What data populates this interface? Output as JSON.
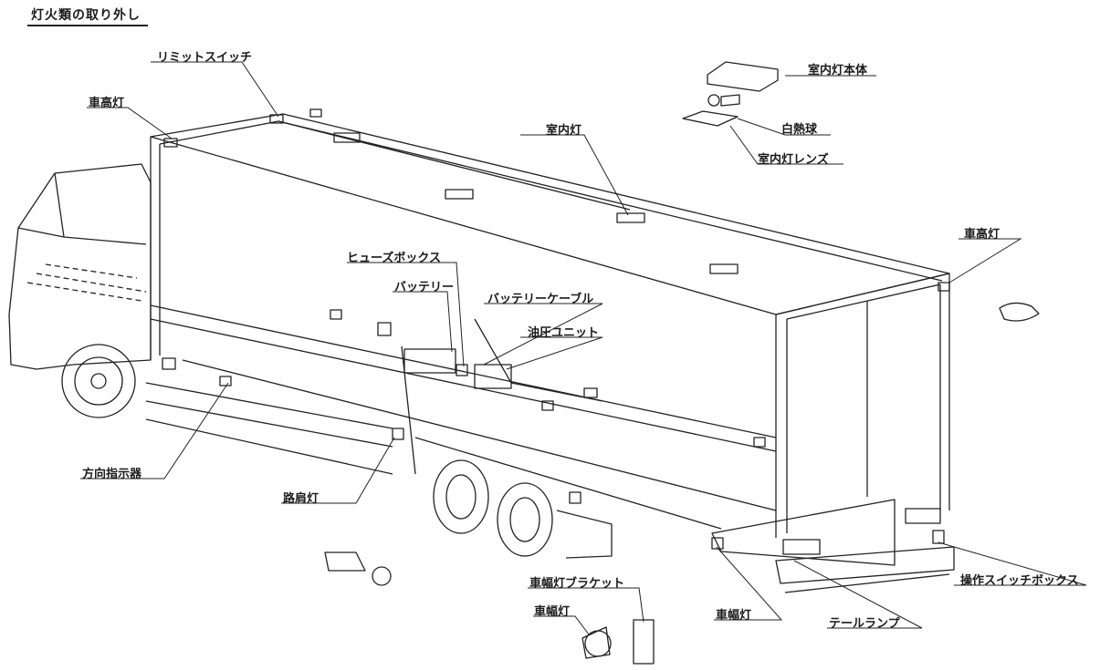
{
  "title": "灯火類の取り外し",
  "labels": {
    "limit_switch": "リミットスイッチ",
    "clearance_light_left": "車高灯",
    "room_light_body": "室内灯本体",
    "incandescent_bulb": "白熱球",
    "room_light": "室内灯",
    "room_light_lens": "室内灯レンズ",
    "clearance_light_right": "車高灯",
    "fuse_box": "ヒューズボックス",
    "battery": "バッテリー",
    "battery_cable": "バッテリーケーブル",
    "hydraulic_unit": "油圧ユニット",
    "turn_signal": "方向指示器",
    "shoulder_light": "路肩灯",
    "side_marker_bracket": "車幅灯ブラケット",
    "side_marker_small": "車幅灯",
    "side_marker": "車幅灯",
    "tail_lamp": "テールランプ",
    "switch_box": "操作スイッチボックス"
  }
}
